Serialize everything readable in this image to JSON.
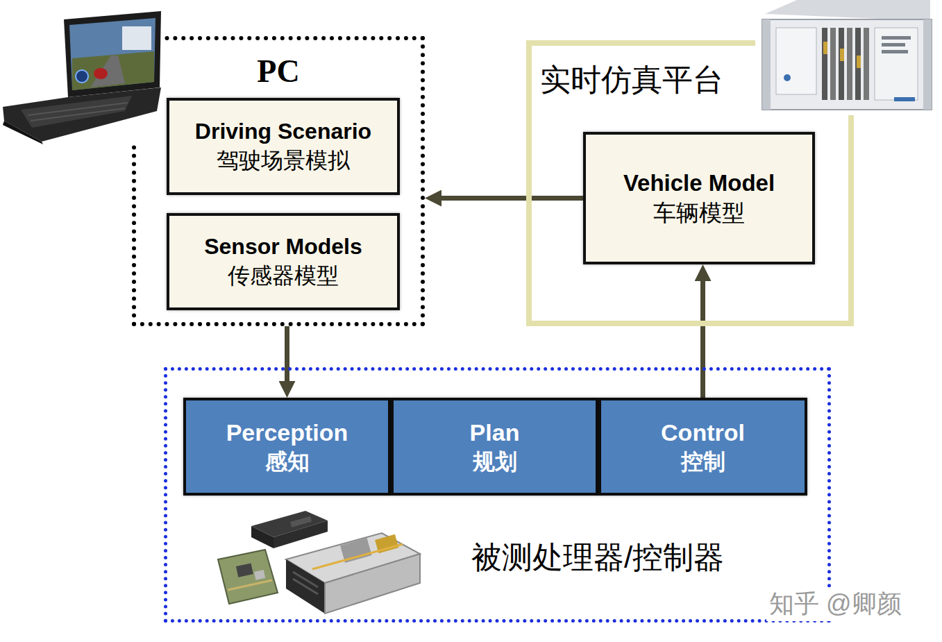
{
  "diagram": {
    "nodes": [
      {
        "text": [
          "PC"
        ]
      },
      {
        "text": [
          "Driving Scenario",
          "驾驶场景模拟"
        ],
        "in": 0
      },
      {
        "text": [
          "Sensor Models",
          "传感器模型"
        ],
        "in": 0
      },
      {
        "text": [
          "实时仿真平台"
        ]
      },
      {
        "text": [
          "Vehicle Model",
          "车辆模型"
        ],
        "in": 3
      },
      {
        "text": [
          "被测处理器/控制器"
        ]
      },
      {
        "text": [
          "Perception",
          "感知"
        ],
        "in": 5
      },
      {
        "text": [
          "Plan",
          "规划"
        ],
        "in": 5
      },
      {
        "text": [
          "Control",
          "控制"
        ],
        "in": 5
      }
    ],
    "edges": [
      {
        "from": 4,
        "to": 0,
        "arrow": "to"
      },
      {
        "from": 0,
        "to": 6,
        "arrow": "to"
      },
      {
        "from": 8,
        "to": 4,
        "arrow": "to"
      }
    ],
    "labels": [
      "知乎 @卿颜"
    ]
  }
}
